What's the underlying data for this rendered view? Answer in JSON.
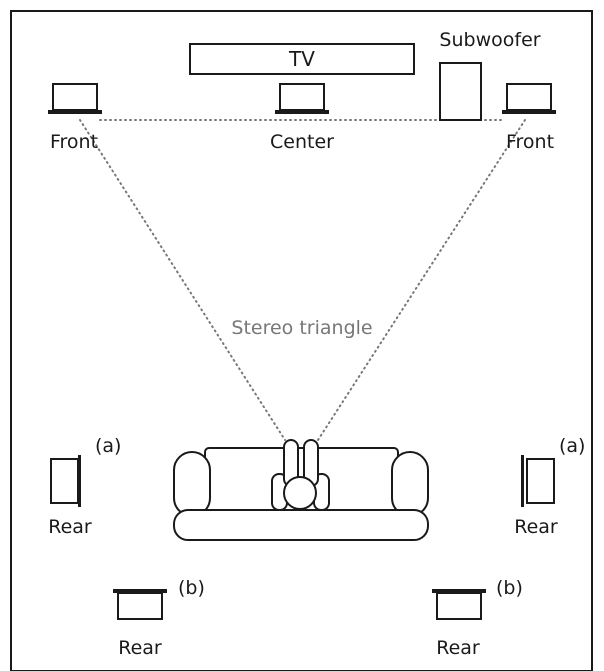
{
  "labels": {
    "tv": "TV",
    "subwoofer": "Subwoofer",
    "front_left": "Front",
    "center": "Center",
    "front_right": "Front",
    "stereo_triangle": "Stereo triangle",
    "rear_left_a_tag": "(a)",
    "rear_left_a": "Rear",
    "rear_right_a_tag": "(a)",
    "rear_right_a": "Rear",
    "rear_left_b_tag": "(b)",
    "rear_left_b": "Rear",
    "rear_right_b_tag": "(b)",
    "rear_right_b": "Rear"
  },
  "colors": {
    "ink": "#1a1a1a",
    "dotted_line": "#777777",
    "background": "#ffffff"
  }
}
